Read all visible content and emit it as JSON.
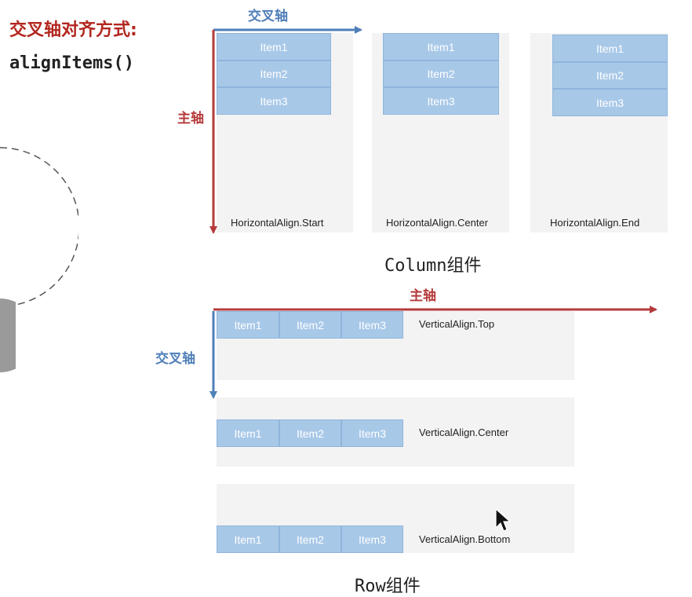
{
  "heading": "交叉轴对齐方式:",
  "code": "alignItems()",
  "column": {
    "cross_axis_label": "交叉轴",
    "main_axis_label": "主轴",
    "items": [
      "Item1",
      "Item2",
      "Item3"
    ],
    "panels": [
      {
        "label": "HorizontalAlign.Start"
      },
      {
        "label": "HorizontalAlign.Center"
      },
      {
        "label": "HorizontalAlign.End"
      }
    ],
    "caption": "Column组件"
  },
  "row": {
    "main_axis_label": "主轴",
    "cross_axis_label": "交叉轴",
    "items": [
      "Item1",
      "Item2",
      "Item3"
    ],
    "panels": [
      {
        "label": "VerticalAlign.Top"
      },
      {
        "label": "VerticalAlign.Center"
      },
      {
        "label": "VerticalAlign.Bottom"
      }
    ],
    "caption": "Row组件"
  },
  "colors": {
    "item_fill": "#a8c8e8",
    "panel_bg": "#f3f3f3",
    "cross_axis": "#4f7fb8",
    "main_axis": "#b53a3a",
    "heading": "#b2271f"
  }
}
